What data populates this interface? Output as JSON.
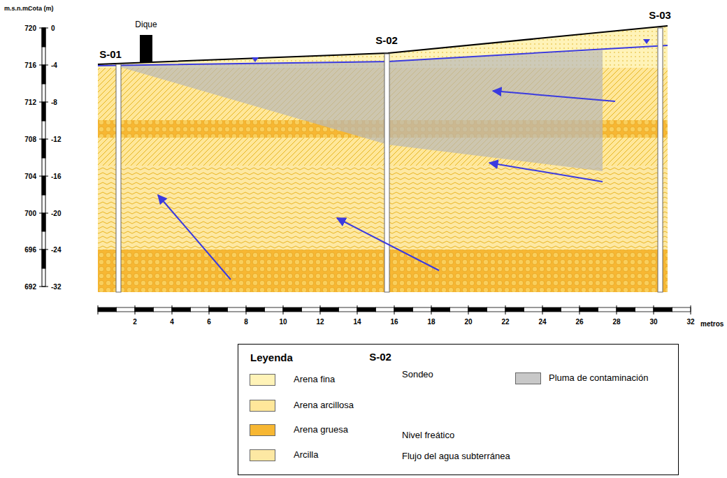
{
  "diagram": {
    "nodes": [
      {
        "text": [
          "Leyenda"
        ]
      }
    ],
    "labels": [
      "m.s.n.m.",
      "Cota (m)",
      "720",
      "716",
      "712",
      "708",
      "704",
      "700",
      "696",
      "692",
      "0",
      "-4",
      "-8",
      "-12",
      "-16",
      "-20",
      "-24",
      "-32",
      "Dique",
      "S-01",
      "S-02",
      "S-03",
      "2",
      "4",
      "6",
      "8",
      "10",
      "12",
      "14",
      "16",
      "18",
      "20",
      "22",
      "24",
      "26",
      "28",
      "30",
      "32",
      "metros",
      "S-02"
    ],
    "legend": [
      {
        "text": "Arena fina",
        "color": "#fff3b8"
      },
      {
        "text": "Arena arcillosa",
        "color": "#ffe79a"
      },
      {
        "text": "Arena gruesa",
        "color": "#f7b733"
      },
      {
        "text": "Arcilla",
        "color": "#fde8a3"
      },
      {
        "text": "Sondeo"
      },
      {
        "text": "Nivel freático"
      },
      {
        "text": "Flujo del agua subterránea"
      },
      {
        "text": "Pluma de contaminación",
        "color": "#c8c8c8"
      }
    ]
  }
}
